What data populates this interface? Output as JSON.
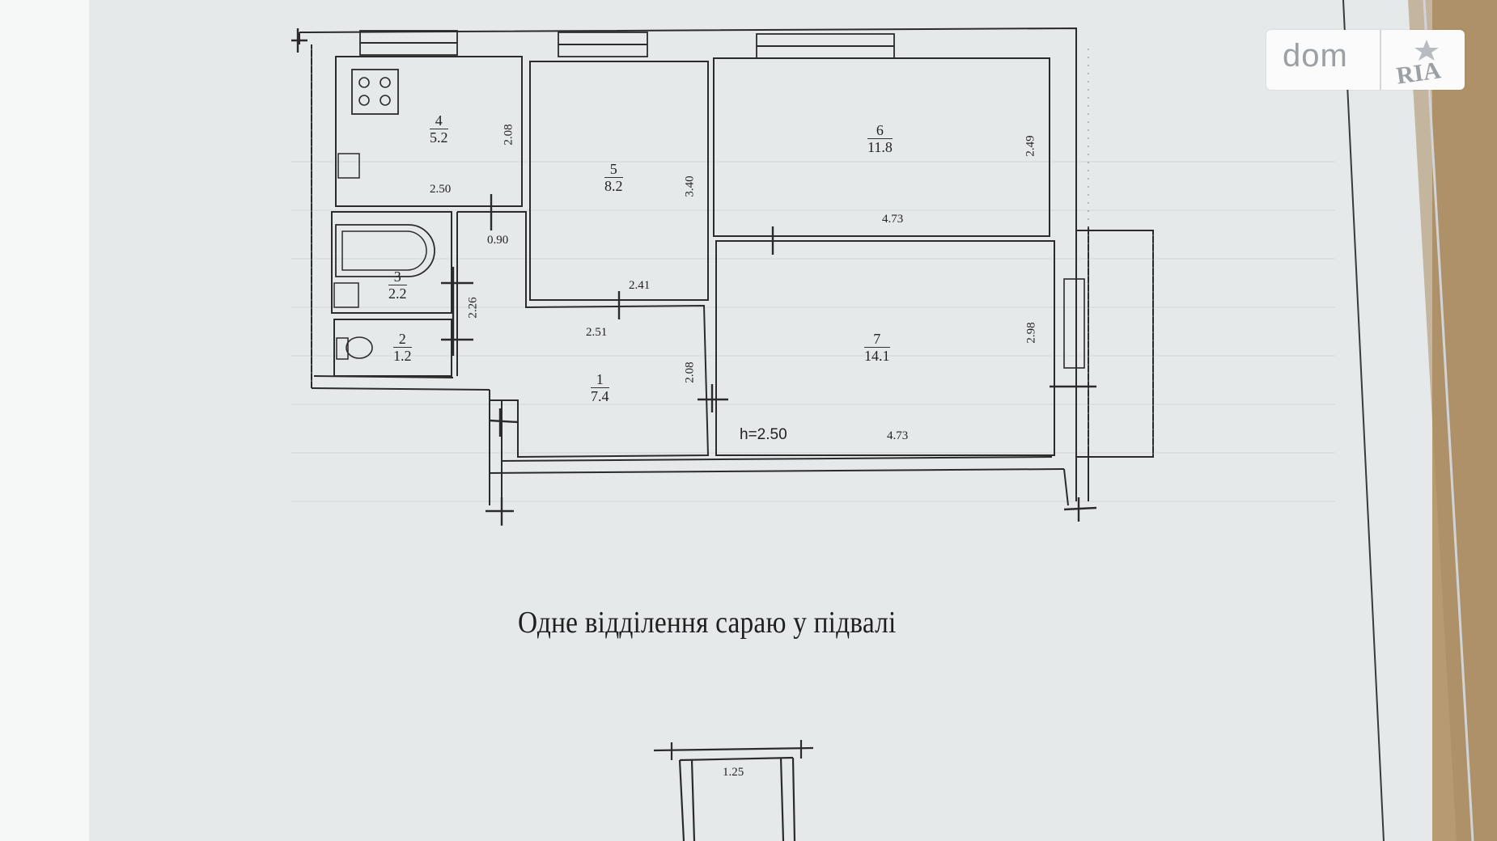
{
  "rooms": [
    {
      "number": "1",
      "area": "7.4"
    },
    {
      "number": "2",
      "area": "1.2"
    },
    {
      "number": "3",
      "area": "2.2"
    },
    {
      "number": "4",
      "area": "5.2"
    },
    {
      "number": "5",
      "area": "8.2"
    },
    {
      "number": "6",
      "area": "11.8"
    },
    {
      "number": "7",
      "area": "14.1"
    }
  ],
  "dimensions": {
    "d_250": "2.50",
    "d_208_kitchen": "2.08",
    "d_090": "0.90",
    "d_340": "3.40",
    "d_241": "2.41",
    "d_249": "2.49",
    "d_473_top": "4.73",
    "d_226": "2.26",
    "d_251": "2.51",
    "d_208_hall": "2.08",
    "d_298": "2.98",
    "d_473_bottom": "4.73",
    "ceiling_height": "h=2.50",
    "d_125": "1.25"
  },
  "caption": "Одне відділення сараю у підвалі",
  "watermark": {
    "brand_left": "dom",
    "brand_right": "RIA",
    "colors": {
      "text": "#9aa0a4",
      "accent": "#c5c9cc"
    }
  }
}
